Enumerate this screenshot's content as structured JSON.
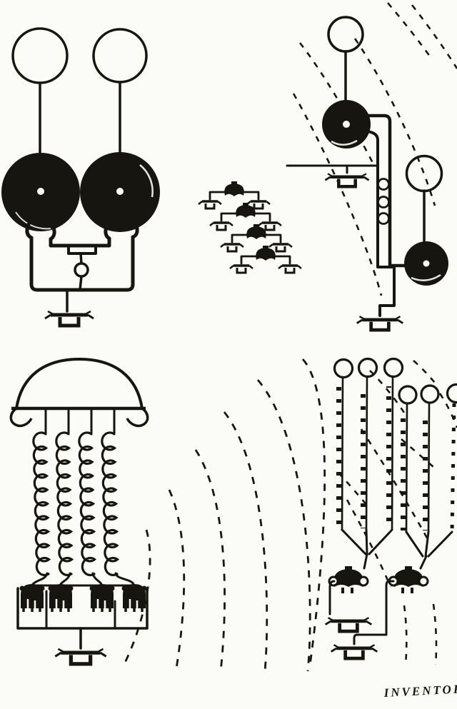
{
  "page": {
    "paper_color": "#fbfbf8",
    "ink_color": "#17150f"
  },
  "caption": {
    "inventor_label": "INVENTOR."
  },
  "components": [
    {
      "name": "twin-sphere-oscillator",
      "label": "Two sphere-topped spiral-coil oscillators joined through a ball spark gap to an earth ground"
    },
    {
      "name": "cascade-receivers",
      "label": "Four small receivers in diagonal cascade, each earthed on both sides"
    },
    {
      "name": "linked-tower-circuit",
      "label": "Sphere-topped coil coupled by an insulated vertical line with three insulator beads to a second sphere coil, earthed at two points"
    },
    {
      "name": "dome-coil-bank",
      "label": "Dome-capped bank of four helical coils feeding four condenser boxes to a common earth ground"
    },
    {
      "name": "ball-antenna-array",
      "label": "Six ball-topped beaded antenna rods converging on two earthed receivers"
    },
    {
      "name": "radiated-waves",
      "label": "Dashed arcs of radiated electric waves"
    }
  ]
}
